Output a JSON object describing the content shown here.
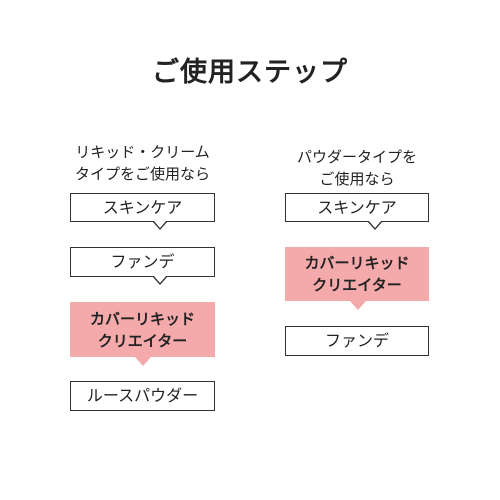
{
  "title": "ご使用ステップ",
  "left_column": {
    "heading_line1": "リキッド・クリーム",
    "heading_line2": "タイプをご使用なら",
    "steps": [
      {
        "label": "スキンケア"
      },
      {
        "label": "ファンデ"
      },
      {
        "label_line1": "カバーリキッド",
        "label_line2": "クリエイター"
      },
      {
        "label": "ルースパウダー"
      }
    ]
  },
  "right_column": {
    "heading_line1": "パウダータイプを",
    "heading_line2": "ご使用なら",
    "steps": [
      {
        "label": "スキンケア"
      },
      {
        "label_line1": "カバーリキッド",
        "label_line2": "クリエイター"
      },
      {
        "label": "ファンデ"
      }
    ]
  },
  "colors": {
    "highlight": "#f4a9aa",
    "border": "#333333"
  }
}
